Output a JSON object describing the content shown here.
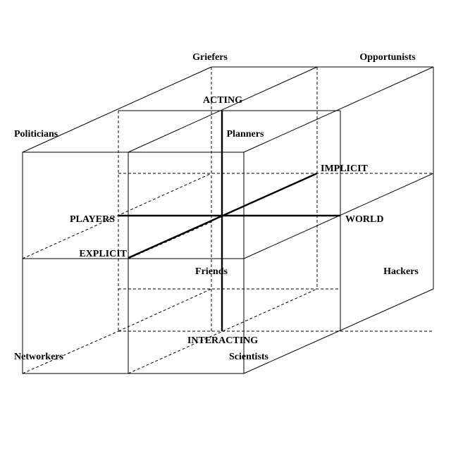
{
  "types": {
    "griefers": "Griefers",
    "opportunists": "Opportunists",
    "politicians": "Politicians",
    "planners": "Planners",
    "friends": "Friends",
    "hackers": "Hackers",
    "networkers": "Networkers",
    "scientists": "Scientists"
  },
  "axes": {
    "top": "ACTING",
    "bottom": "INTERACTING",
    "left": "PLAYERS",
    "right": "WORLD",
    "front": "EXPLICIT",
    "back": "IMPLICIT"
  }
}
